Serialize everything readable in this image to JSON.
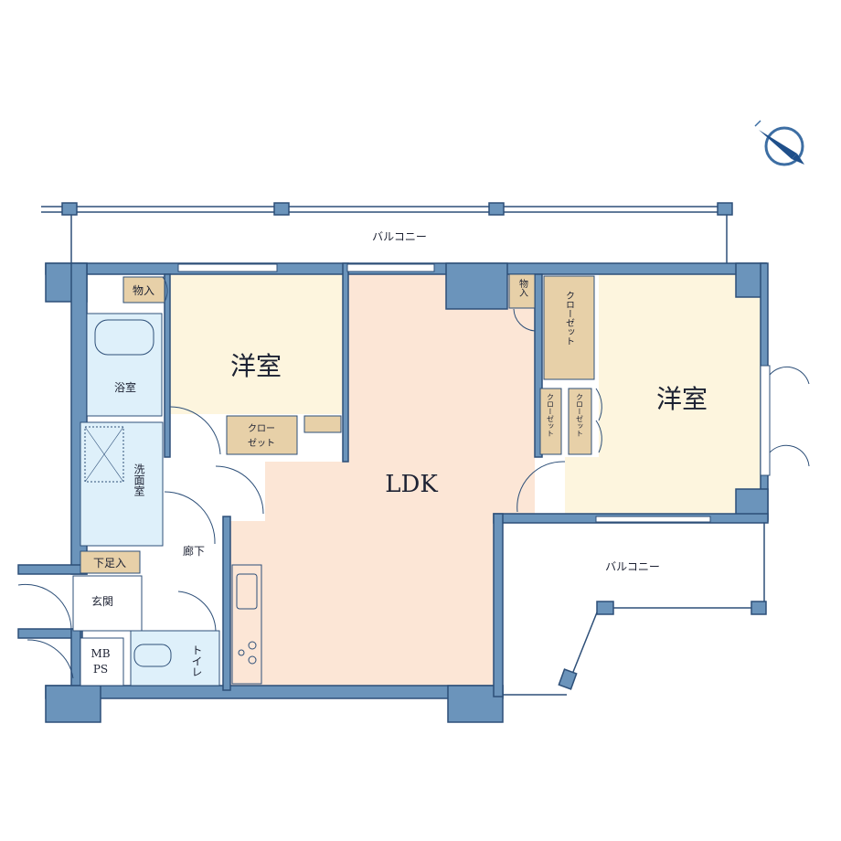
{
  "labels": {
    "balcony_top": "バルコニー",
    "balcony_right": "バルコニー",
    "western_room_left": "洋室",
    "western_room_right": "洋室",
    "ldk": "LDK",
    "storage_left": "物入",
    "storage_right": "物入",
    "closet_left": [
      "クロー",
      "ゼット"
    ],
    "closet_right_tall": "クローゼット",
    "closet_right_small_1": "クローゼット",
    "closet_right_small_2": "クローゼット",
    "bathroom": "浴室",
    "washroom": "洗面室",
    "shoe_storage": "下足入",
    "hallway": "廊下",
    "entrance": "玄関",
    "mbps": [
      "MB",
      "PS"
    ],
    "toilet": "トイレ"
  },
  "colors": {
    "wall": "#6b94bb",
    "western_room": "#fdf5de",
    "ldk": "#fce6d6",
    "wet_area": "#def0fa",
    "storage": "#e7d0a8"
  },
  "compass": {
    "icon": "north-arrow-icon"
  }
}
